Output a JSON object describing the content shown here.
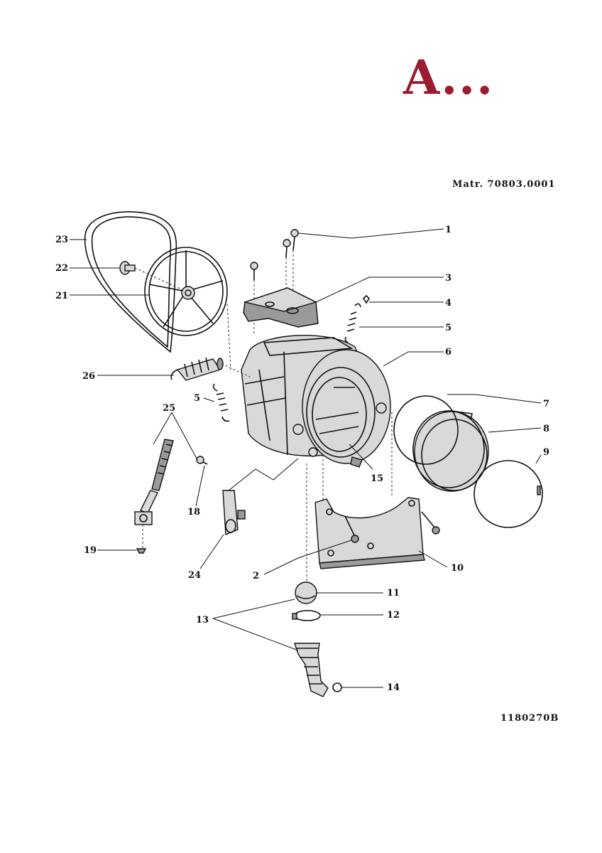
{
  "header": {
    "title": "A...",
    "matr": "Matr. 70803.0001",
    "drawing_code": "1180270B"
  },
  "colors": {
    "title": "#9b1b30",
    "lines": "#111111",
    "part_fill": "#d9d9d9"
  },
  "callouts": {
    "c1": "1",
    "c2": "2",
    "c3": "3",
    "c4": "4",
    "c5a": "5",
    "c5b": "5",
    "c6": "6",
    "c7": "7",
    "c8": "8",
    "c9": "9",
    "c10": "10",
    "c11": "11",
    "c12": "12",
    "c13": "13",
    "c14": "14",
    "c15": "15",
    "c18": "18",
    "c19": "19",
    "c21": "21",
    "c22": "22",
    "c23": "23",
    "c24": "24",
    "c25": "25",
    "c26": "26"
  }
}
